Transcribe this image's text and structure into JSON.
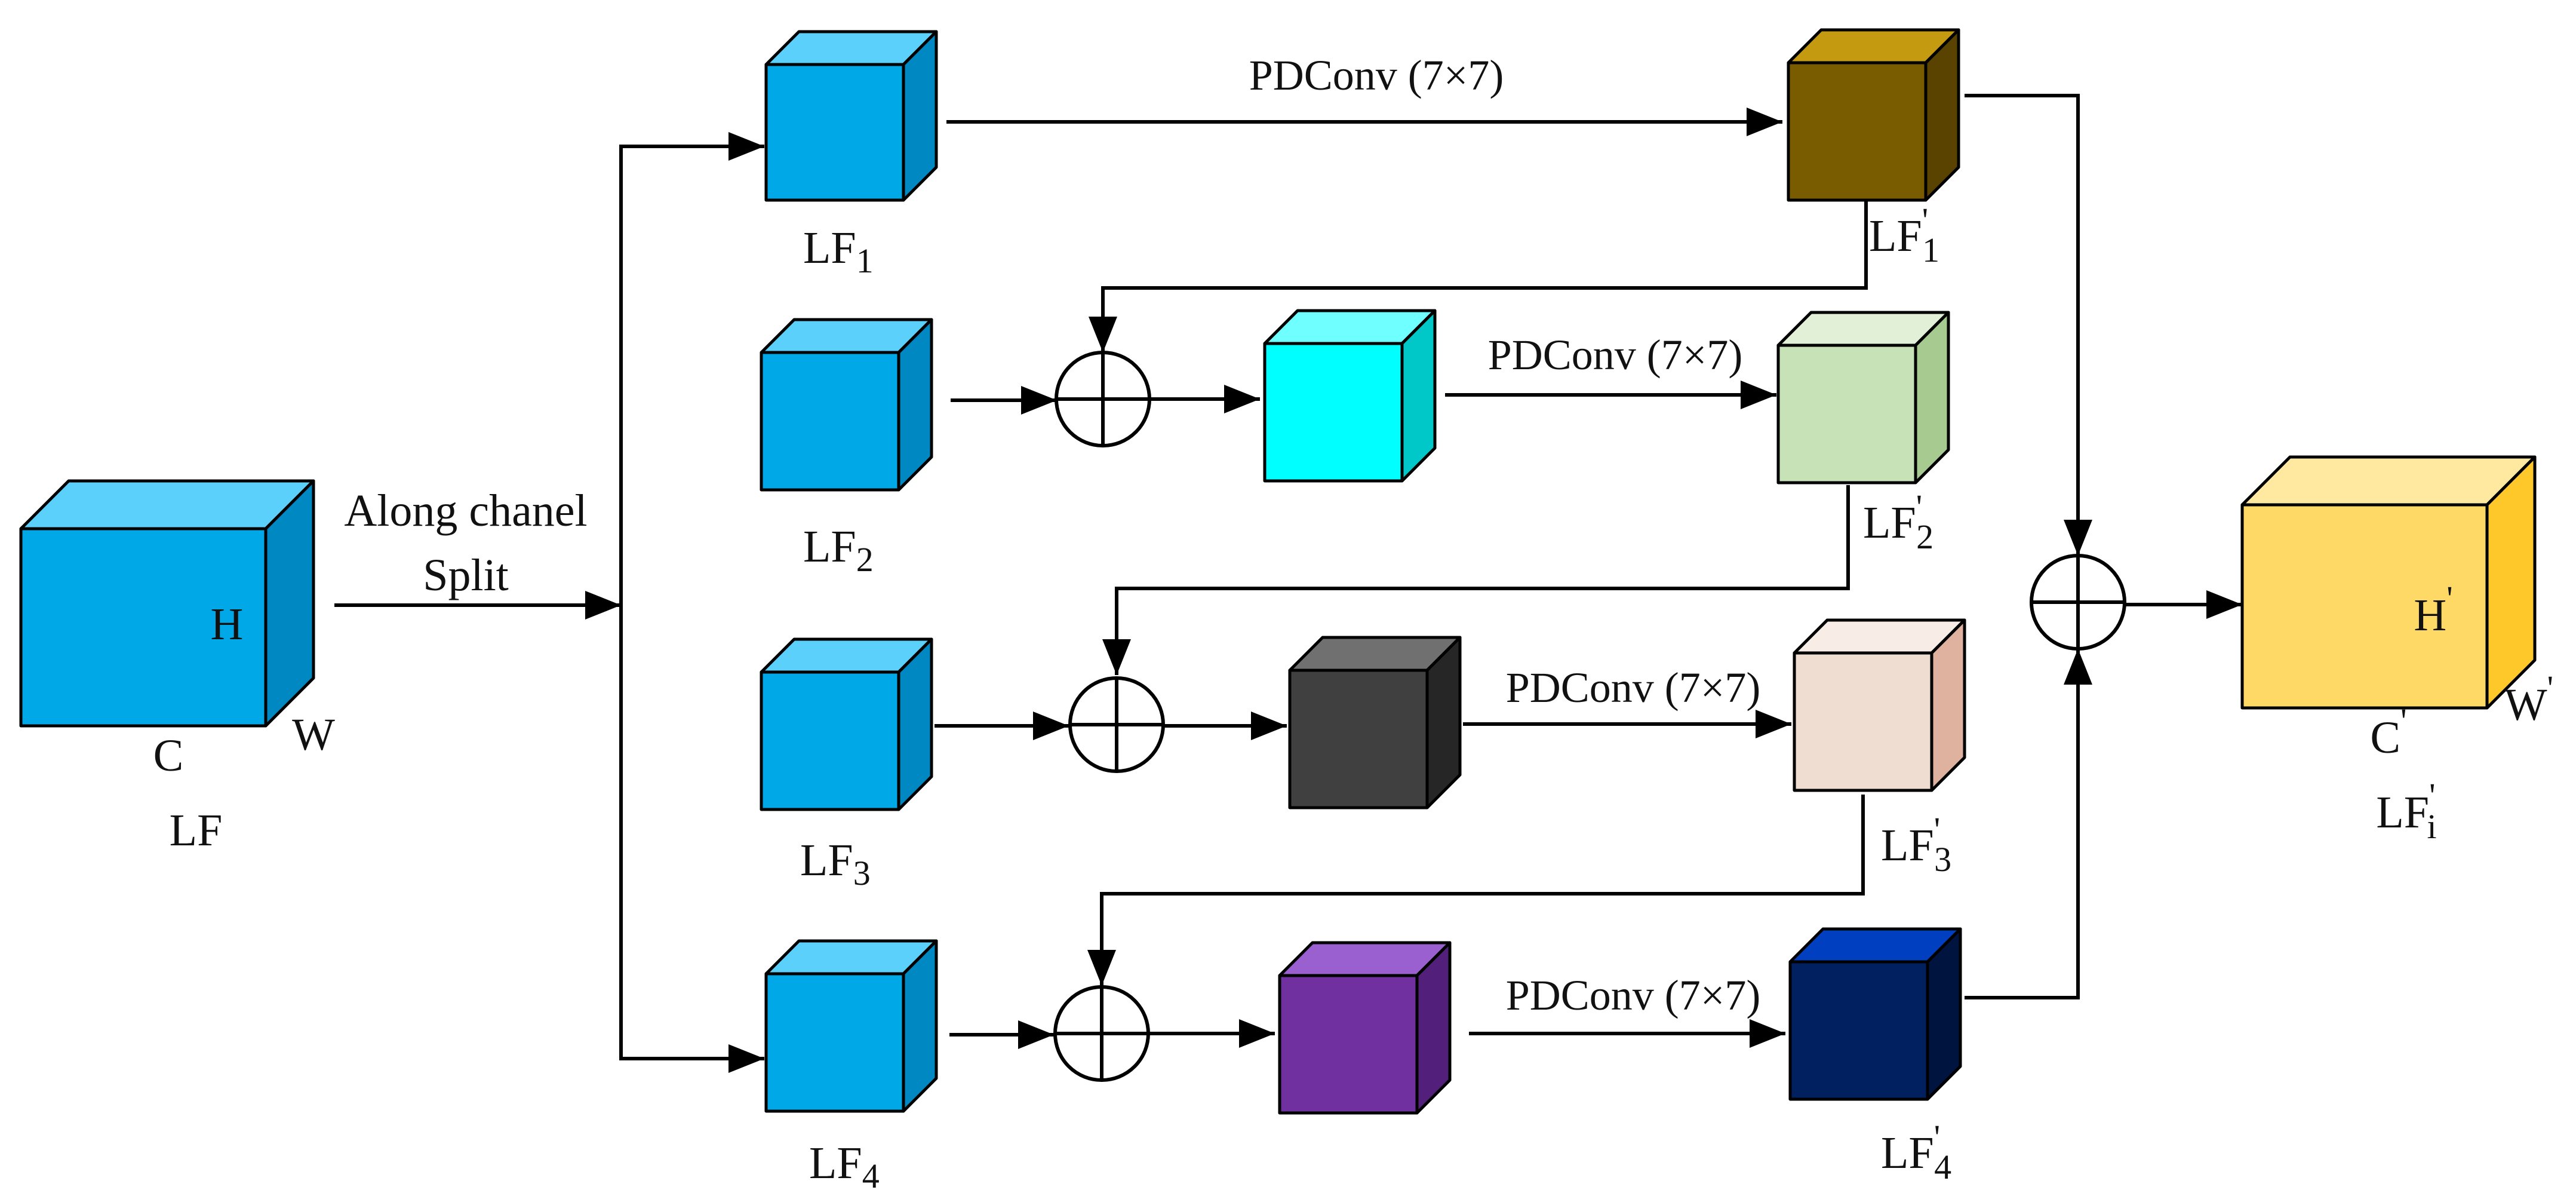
{
  "input": {
    "dims": {
      "h": "H",
      "w": "W",
      "c": "C"
    },
    "name": "LF",
    "split_text": [
      "Along chanel",
      "Split"
    ]
  },
  "branches": [
    {
      "base": "LF",
      "sub": "1",
      "out_sub": "1"
    },
    {
      "base": "LF",
      "sub": "2",
      "out_sub": "2"
    },
    {
      "base": "LF",
      "sub": "3",
      "out_sub": "3"
    },
    {
      "base": "LF",
      "sub": "4",
      "out_sub": "4"
    }
  ],
  "op_label": "PDConv (7×7)",
  "prime": "'",
  "output": {
    "dims": {
      "h": "H",
      "w": "W",
      "c": "C"
    },
    "name": "LF",
    "sub": "i"
  },
  "colors": {
    "input_blue": {
      "front": "#00a8e8",
      "top": "#5ad0fa",
      "side": "#0088c2"
    },
    "lf1_out": {
      "front": "#7a5c00",
      "top": "#c49a10",
      "side": "#5a4200"
    },
    "lf2_mid": {
      "front": "#00ffff",
      "top": "#70ffff",
      "side": "#00c8c8"
    },
    "lf2_out": {
      "front": "#c8e2b8",
      "top": "#e2f0d8",
      "side": "#a6ca90"
    },
    "lf3_mid": {
      "front": "#404040",
      "top": "#707070",
      "side": "#262626"
    },
    "lf3_out": {
      "front": "#f0ddd2",
      "top": "#f8ece6",
      "side": "#dfb2a0"
    },
    "lf4_mid": {
      "front": "#7030a0",
      "top": "#9a60d0",
      "side": "#52207a"
    },
    "lf4_out": {
      "front": "#002060",
      "top": "#0040c0",
      "side": "#001440"
    },
    "output": {
      "front": "#ffd966",
      "top": "#ffe9a0",
      "side": "#ffc82a"
    }
  }
}
